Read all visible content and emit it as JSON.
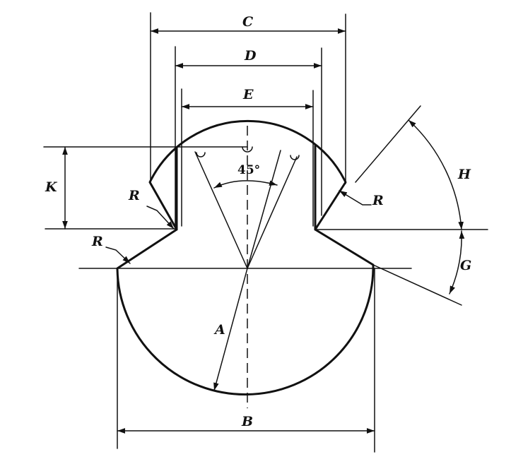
{
  "labels": {
    "c": "C",
    "d": "D",
    "e": "E",
    "k": "K",
    "r": "R",
    "h": "H",
    "g": "G",
    "a": "A",
    "b": "B",
    "angle": "45°"
  }
}
